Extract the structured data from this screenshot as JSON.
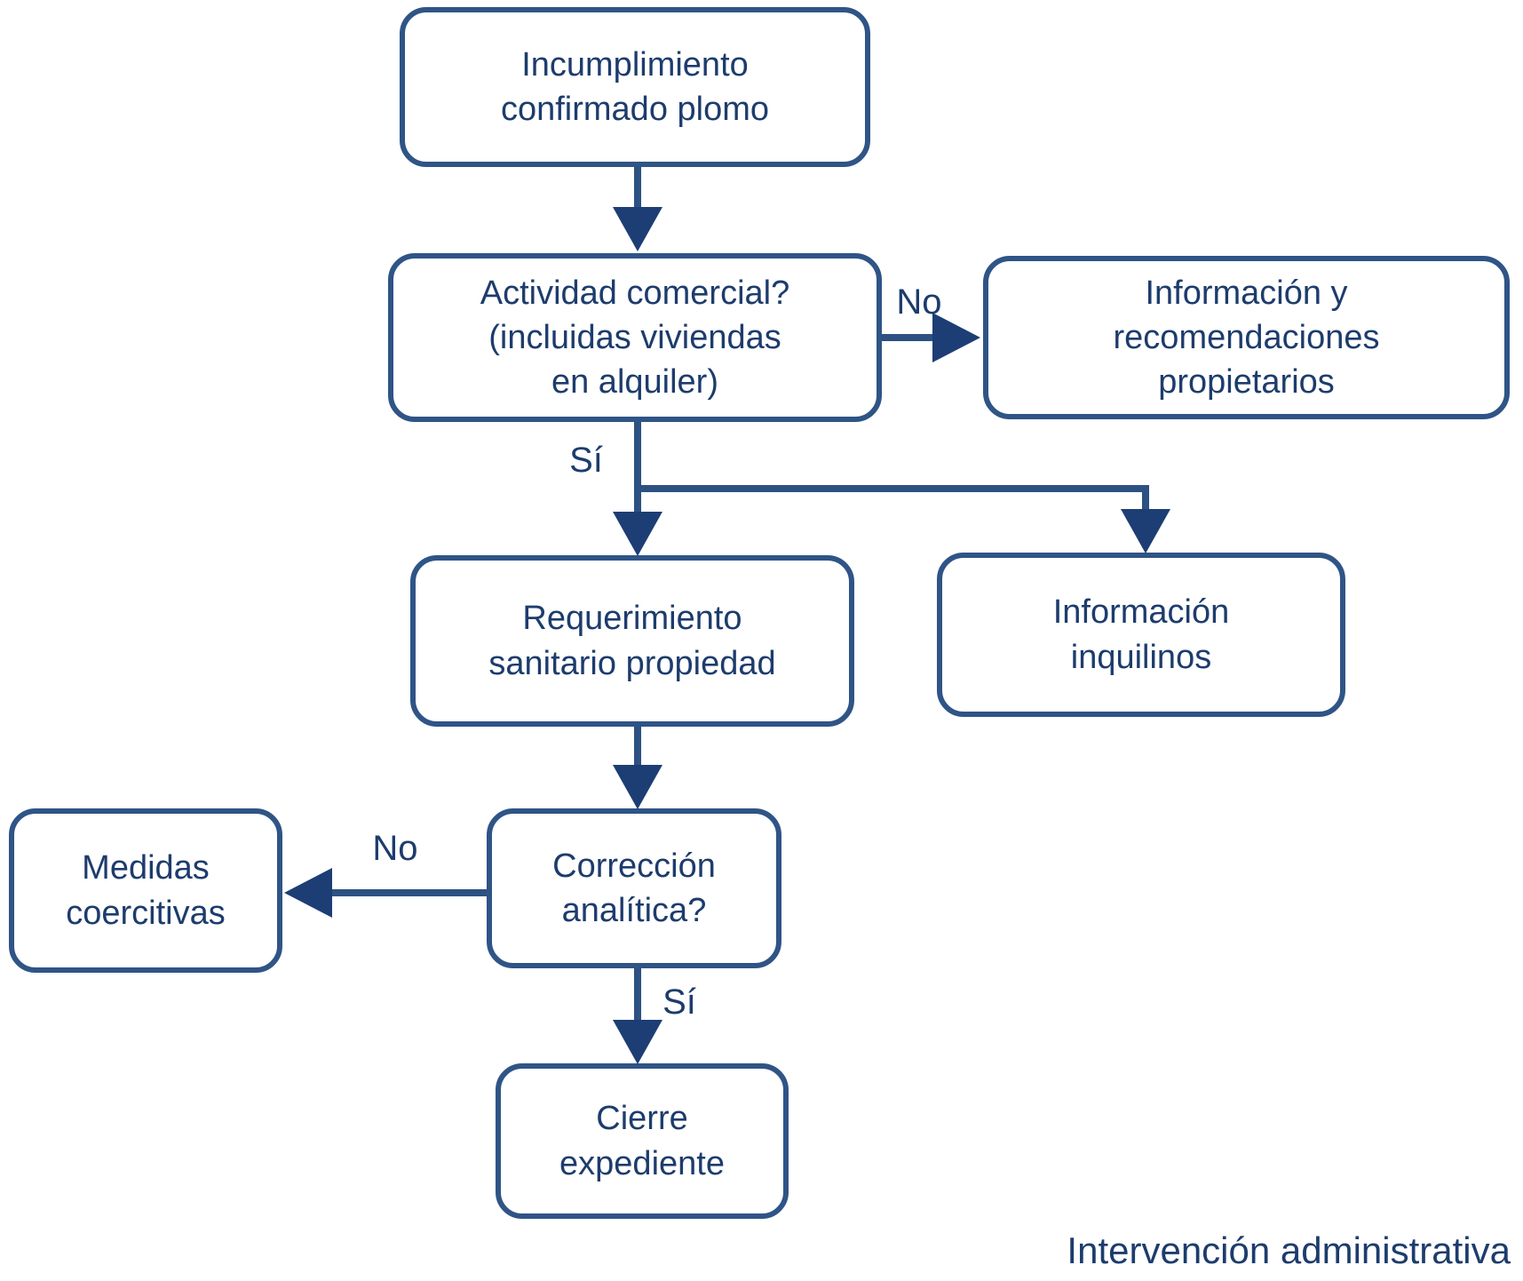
{
  "diagram": {
    "title_caption": "Intervención administrativa",
    "colors": {
      "line": "#2c5182",
      "box_border": "#2f5486",
      "arrowhead": "#1c3e74",
      "text": "#1d3c6d",
      "background": "#ffffff"
    },
    "nodes": {
      "incumplimiento": {
        "lines": [
          "Incumplimiento",
          "confirmado plomo"
        ]
      },
      "actividad": {
        "lines": [
          "Actividad comercial?",
          "(incluidas viviendas",
          "en alquiler)"
        ]
      },
      "info_propietarios": {
        "lines": [
          "Información y",
          "recomendaciones",
          "propietarios"
        ]
      },
      "requerimiento": {
        "lines": [
          "Requerimiento",
          "sanitario propiedad"
        ]
      },
      "info_inquilinos": {
        "lines": [
          "Información",
          "inquilinos"
        ]
      },
      "correccion": {
        "lines": [
          "Corrección",
          "analítica?"
        ]
      },
      "medidas": {
        "lines": [
          "Medidas",
          "coercitivas"
        ]
      },
      "cierre": {
        "lines": [
          "Cierre",
          "expediente"
        ]
      }
    },
    "edge_labels": {
      "no_top": "No",
      "si_top": "Sí",
      "no_bottom": "No",
      "si_bottom": "Sí"
    }
  }
}
